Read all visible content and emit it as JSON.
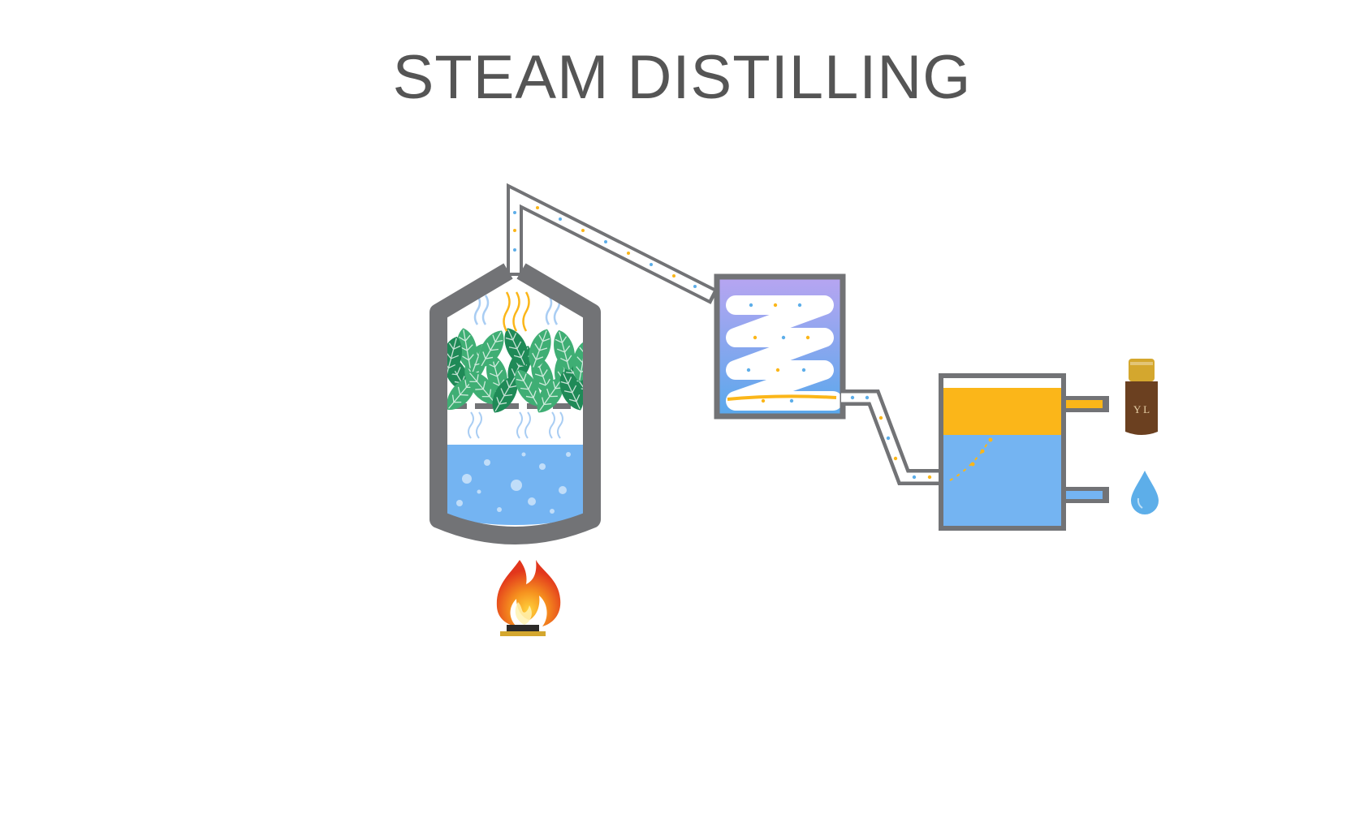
{
  "title": "STEAM DISTILLING",
  "bottle_label": "Y L",
  "colors": {
    "vessel": "#727376",
    "water": "#74b4f2",
    "oil": "#fbb619",
    "leaf": "#3fae74",
    "leaf_dark": "#1f8a57",
    "condenser_top": "#b6a5f1",
    "condenser_bottom": "#5aa8ec",
    "steam": "#a9cdf3",
    "flame_red": "#e2361c",
    "flame_orange": "#f6931f",
    "flame_yellow": "#ffd23c",
    "bottle": "#6b4020",
    "cap": "#d4a72e",
    "droplet": "#5daee9"
  },
  "components": [
    {
      "name": "boiler-vessel",
      "icon": "vessel"
    },
    {
      "name": "plant-material",
      "icon": "leaves"
    },
    {
      "name": "burner",
      "icon": "flame"
    },
    {
      "name": "condenser",
      "icon": "coil"
    },
    {
      "name": "separator",
      "icon": "tank"
    },
    {
      "name": "essential-oil",
      "icon": "bottle-icon"
    },
    {
      "name": "hydrosol",
      "icon": "droplet-icon"
    }
  ]
}
